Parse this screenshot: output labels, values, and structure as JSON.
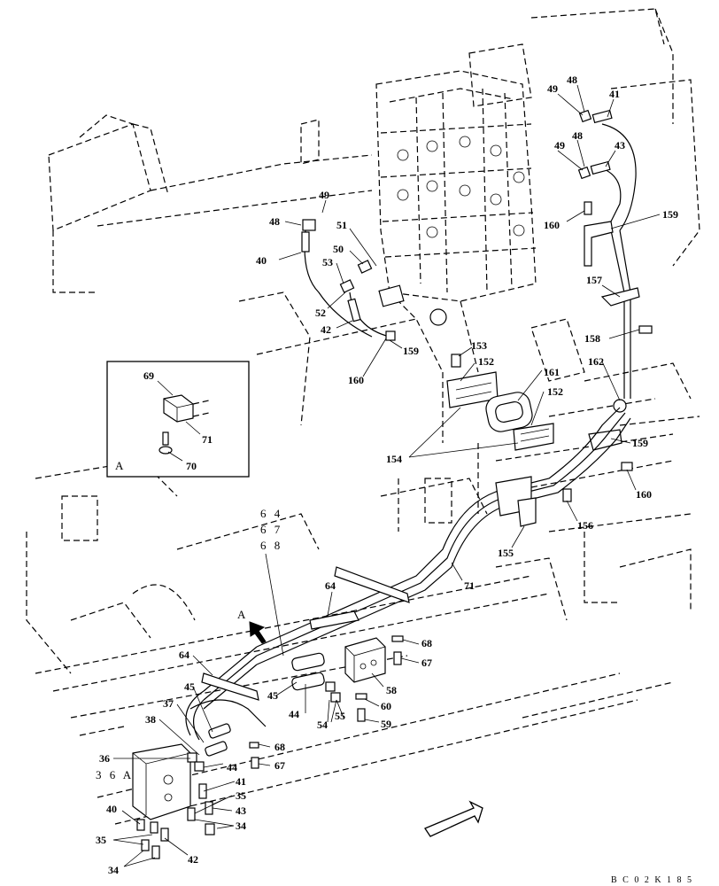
{
  "callouts": [
    {
      "id": "c41a",
      "text": "41"
    },
    {
      "id": "c48a",
      "text": "48"
    },
    {
      "id": "c49a",
      "text": "49"
    },
    {
      "id": "c48b",
      "text": "48"
    },
    {
      "id": "c49b",
      "text": "49"
    },
    {
      "id": "c43a",
      "text": "43"
    },
    {
      "id": "c159a",
      "text": "159"
    },
    {
      "id": "c160a",
      "text": "160"
    },
    {
      "id": "c49c",
      "text": "49"
    },
    {
      "id": "c48c",
      "text": "48"
    },
    {
      "id": "c51",
      "text": "51"
    },
    {
      "id": "c50",
      "text": "50"
    },
    {
      "id": "c40a",
      "text": "40"
    },
    {
      "id": "c53",
      "text": "53"
    },
    {
      "id": "c52",
      "text": "52"
    },
    {
      "id": "c42a",
      "text": "42"
    },
    {
      "id": "c157",
      "text": "157"
    },
    {
      "id": "c158",
      "text": "158"
    },
    {
      "id": "c153",
      "text": "153"
    },
    {
      "id": "c152a",
      "text": "152"
    },
    {
      "id": "c159b",
      "text": "159"
    },
    {
      "id": "c160b",
      "text": "160"
    },
    {
      "id": "c161",
      "text": "161"
    },
    {
      "id": "c152b",
      "text": "152"
    },
    {
      "id": "c162",
      "text": "162"
    },
    {
      "id": "c159c",
      "text": "159"
    },
    {
      "id": "c160c",
      "text": "160"
    },
    {
      "id": "c154",
      "text": "154"
    },
    {
      "id": "c156",
      "text": "156"
    },
    {
      "id": "c155",
      "text": "155"
    },
    {
      "id": "c71a",
      "text": "71"
    },
    {
      "id": "c64a",
      "text": "64"
    },
    {
      "id": "c68a",
      "text": "68"
    },
    {
      "id": "c67a",
      "text": "67"
    },
    {
      "id": "c58",
      "text": "58"
    },
    {
      "id": "c64b",
      "text": "64"
    },
    {
      "id": "c45a",
      "text": "45"
    },
    {
      "id": "c45b",
      "text": "45"
    },
    {
      "id": "c44a",
      "text": "44"
    },
    {
      "id": "c54",
      "text": "54"
    },
    {
      "id": "c55",
      "text": "55"
    },
    {
      "id": "c60",
      "text": "60"
    },
    {
      "id": "c59",
      "text": "59"
    },
    {
      "id": "c37",
      "text": "37"
    },
    {
      "id": "c38",
      "text": "38"
    },
    {
      "id": "c36",
      "text": "36"
    },
    {
      "id": "c44b",
      "text": "44"
    },
    {
      "id": "c68b",
      "text": "68"
    },
    {
      "id": "c67b",
      "text": "67"
    },
    {
      "id": "c41b",
      "text": "41"
    },
    {
      "id": "c35a",
      "text": "35"
    },
    {
      "id": "c43b",
      "text": "43"
    },
    {
      "id": "c34a",
      "text": "34"
    },
    {
      "id": "c40b",
      "text": "40"
    },
    {
      "id": "c35b",
      "text": "35"
    },
    {
      "id": "c42b",
      "text": "42"
    },
    {
      "id": "c34b",
      "text": "34"
    }
  ],
  "inset": {
    "view_letter": "A",
    "callouts": [
      {
        "id": "i69",
        "text": "69"
      },
      {
        "id": "i71",
        "text": "71"
      },
      {
        "id": "i70",
        "text": "70"
      }
    ]
  },
  "thin_labels": {
    "group_64": "6 4",
    "group_67": "6 7",
    "group_68": "6 8",
    "view_arrow_letter": "A",
    "part_36A": "3 6 A"
  },
  "drawing_code": "B C 0 2 K 1 8 5"
}
